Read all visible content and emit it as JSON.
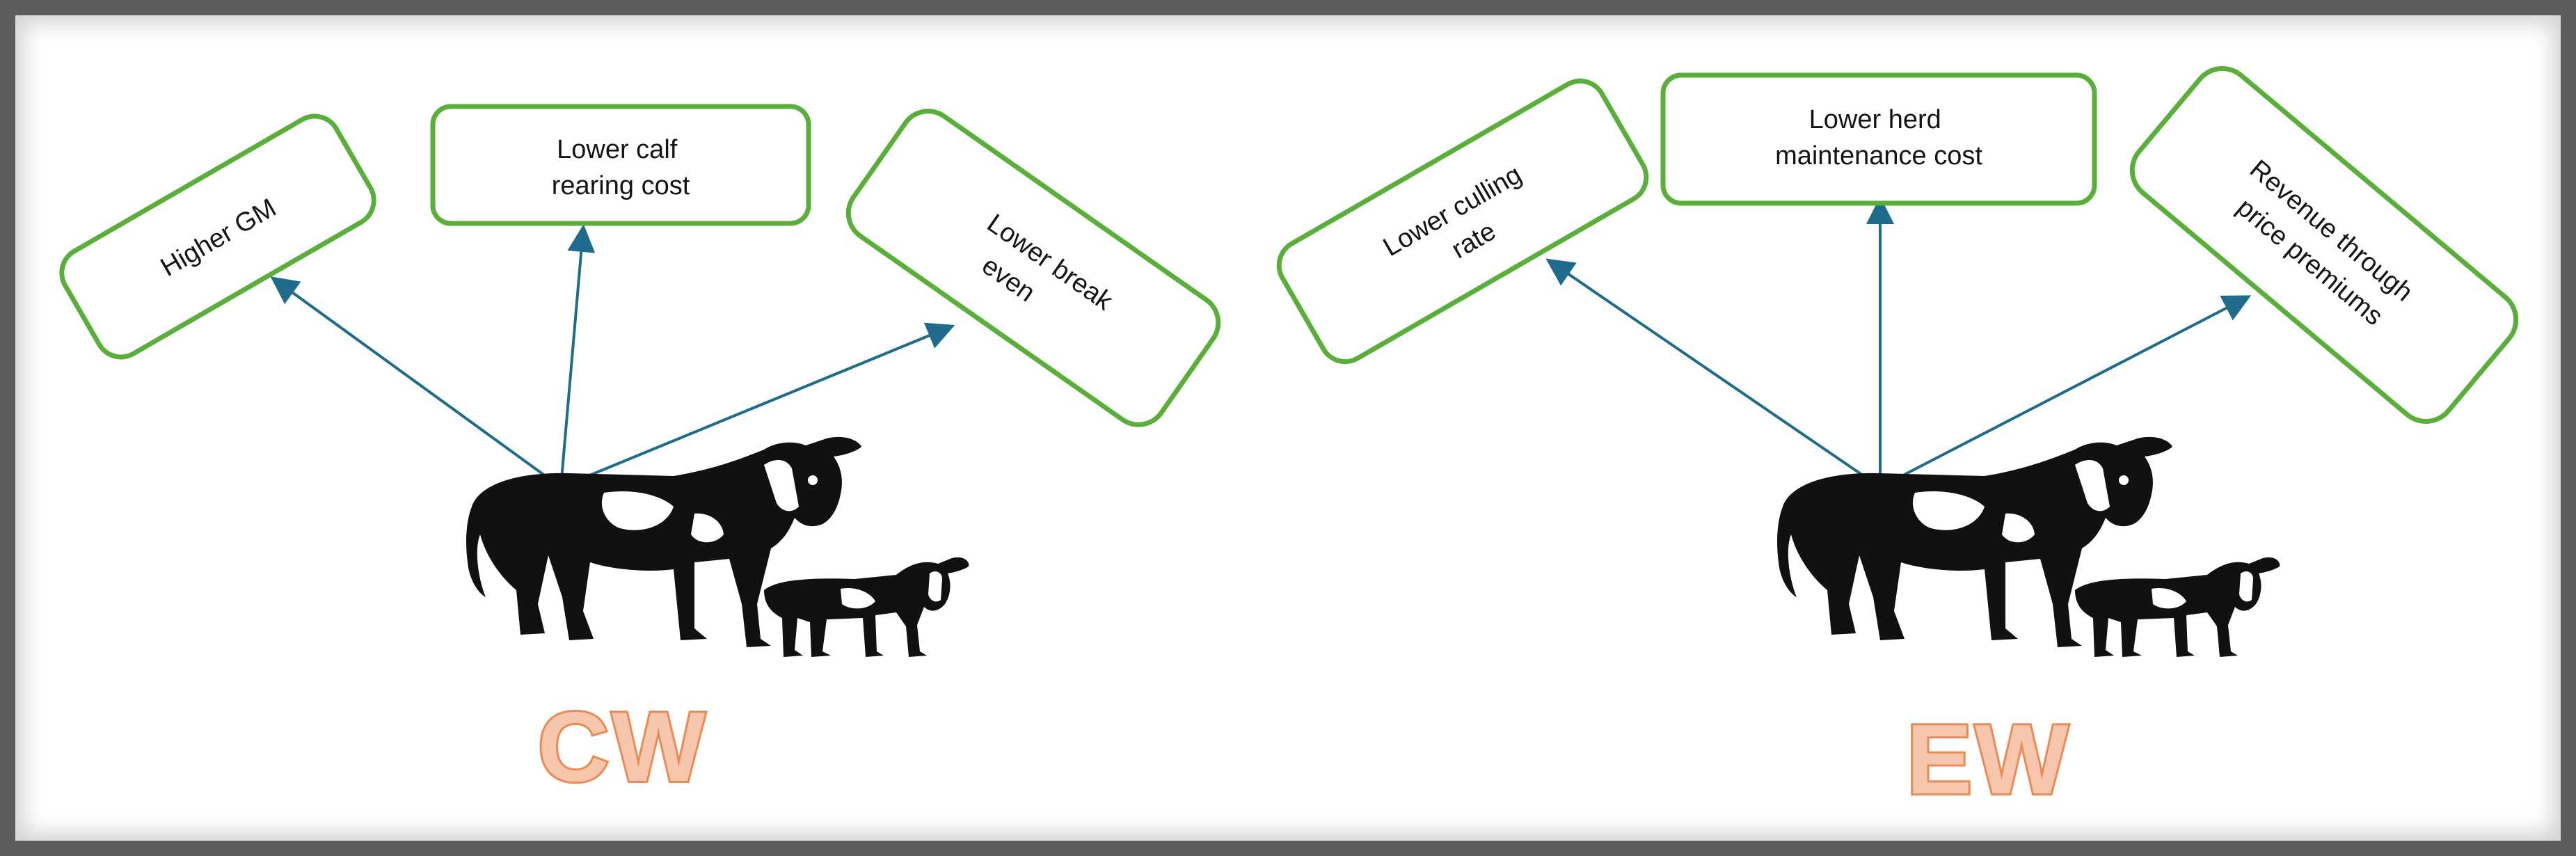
{
  "panels": [
    {
      "label": "CW",
      "benefits": [
        {
          "lines": [
            "Higher GM"
          ]
        },
        {
          "lines": [
            "Lower calf",
            "rearing cost"
          ]
        },
        {
          "lines": [
            "Lower break",
            "even"
          ]
        }
      ]
    },
    {
      "label": "EW",
      "benefits": [
        {
          "lines": [
            "Lower culling",
            "rate"
          ]
        },
        {
          "lines": [
            "Lower herd",
            "maintenance cost"
          ]
        },
        {
          "lines": [
            "Revenue through",
            "price premiums"
          ]
        }
      ]
    }
  ],
  "colors": {
    "box_border": "#5aae3a",
    "arrow": "#1f6b8c",
    "label_fill": "#f6c6ad",
    "label_stroke": "#ea8a55",
    "frame": "#5c5c5c"
  },
  "icons": [
    "cow-and-calf-icon",
    "cow-and-calf-icon"
  ]
}
